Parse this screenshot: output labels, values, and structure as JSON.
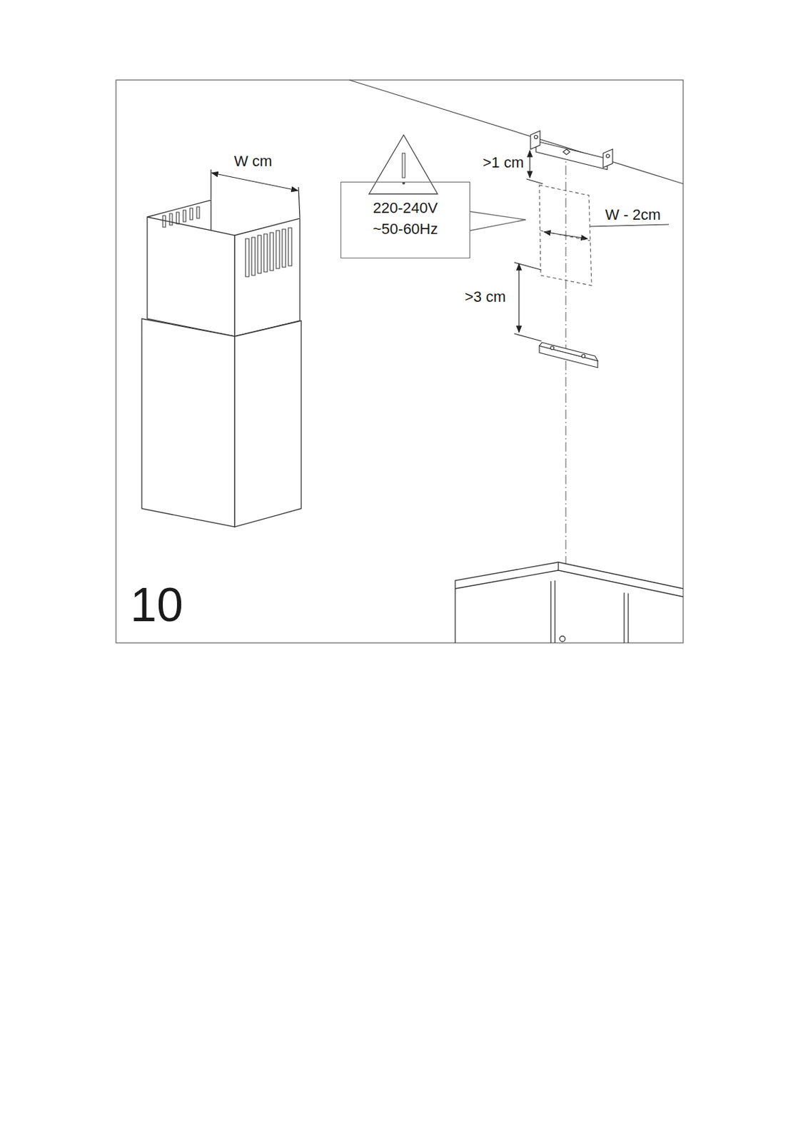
{
  "diagram": {
    "nodes": [
      {
        "text": [
          "220-240V ~50-60Hz"
        ]
      }
    ],
    "labels": [
      "W cm",
      ">1 cm",
      "W - 2cm",
      ">3 cm",
      "10"
    ]
  }
}
